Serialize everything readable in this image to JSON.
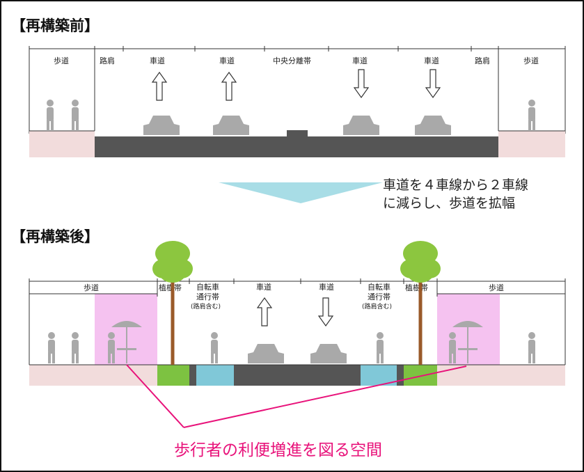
{
  "before": {
    "title": "【再構築前】",
    "labels": {
      "sidewalk_left": "歩道",
      "shoulder_left": "路肩",
      "lane1": "車道",
      "lane2": "車道",
      "median": "中央分離帯",
      "lane3": "車道",
      "lane4": "車道",
      "shoulder_right": "路肩",
      "sidewalk_right": "歩道"
    }
  },
  "transition": {
    "note_line1": "車道を４車線から２車線",
    "note_line2": "に減らし、歩道を拡幅"
  },
  "after": {
    "title": "【再構築後】",
    "labels": {
      "sidewalk_left": "歩道",
      "planting_left": "植樹帯",
      "bike_left_1": "自転車",
      "bike_left_2": "通行帯",
      "bike_left_3": "(路肩含む)",
      "lane1": "車道",
      "lane2": "車道",
      "bike_right_1": "自転車",
      "bike_right_2": "通行帯",
      "bike_right_3": "(路肩含む)",
      "planting_right": "植樹帯",
      "sidewalk_right": "歩道"
    }
  },
  "caption": "歩行者の利便増進を図る空間",
  "colors": {
    "sidewalk": "#f2dcdc",
    "road": "#555555",
    "planting": "#7dc241",
    "bike_lane": "#80c8d8",
    "pedestrian_space": "#f5c2f0",
    "tree": "#8cc63f",
    "trunk": "#9a5a2a",
    "figure": "#a9a9a9",
    "callout": "#e8127a"
  }
}
